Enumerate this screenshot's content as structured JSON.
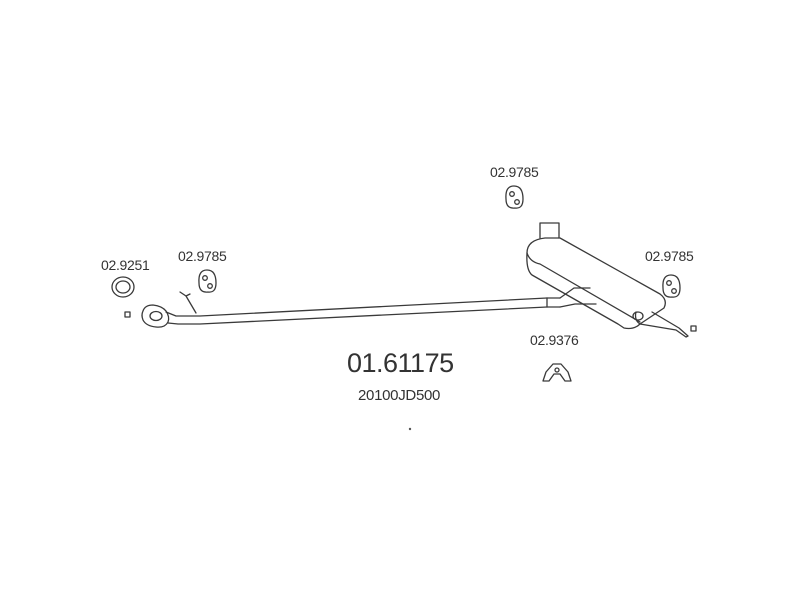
{
  "diagram": {
    "main_part_number": "01.61175",
    "oem_number": "20100JD500",
    "labels": {
      "gasket": "02.9251",
      "hanger_front": "02.9785",
      "hanger_top": "02.9785",
      "hanger_right": "02.9785",
      "mount_bottom": "02.9376"
    }
  }
}
